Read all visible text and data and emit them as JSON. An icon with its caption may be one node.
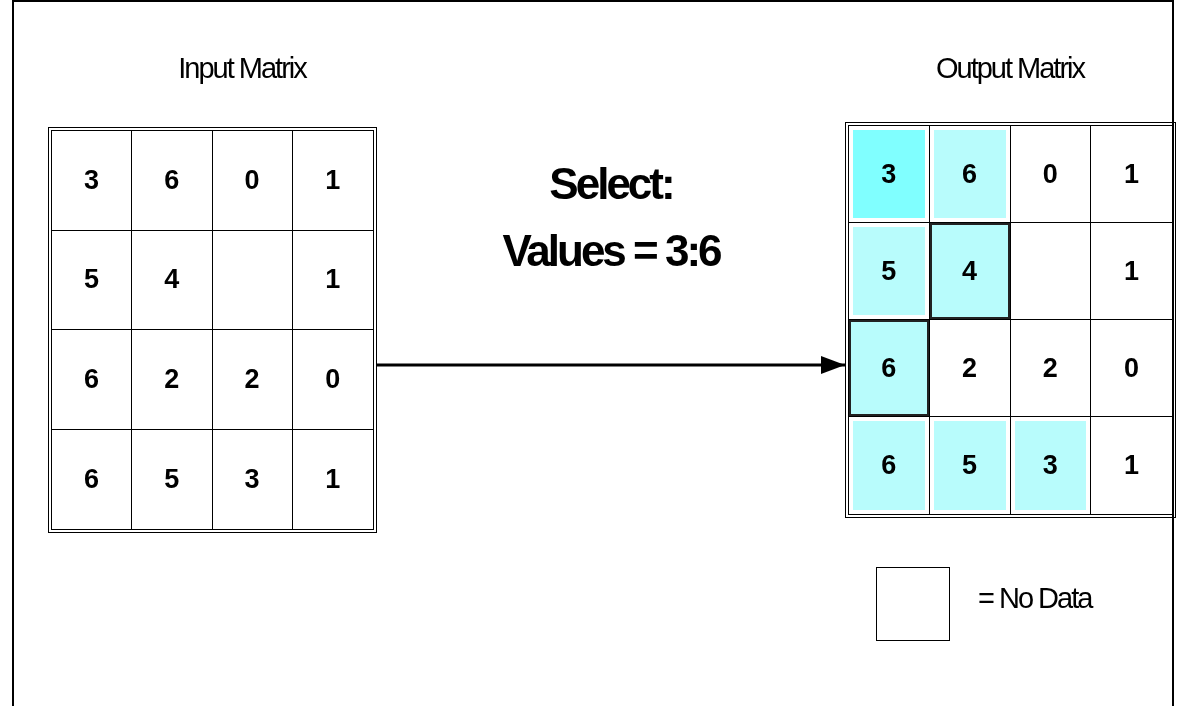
{
  "diagram": {
    "nodes": [
      {
        "text": [
          "Input Matrix"
        ]
      },
      {
        "text": [
          "3"
        ],
        "in": 0
      },
      {
        "text": [
          "6"
        ],
        "in": 0
      },
      {
        "text": [
          "0"
        ],
        "in": 0
      },
      {
        "text": [
          "1"
        ],
        "in": 0
      },
      {
        "text": [
          "5"
        ],
        "in": 0
      },
      {
        "text": [
          "4"
        ],
        "in": 0
      },
      {
        "text": [],
        "shape": "box",
        "in": 0
      },
      {
        "text": [
          "1"
        ],
        "in": 0
      },
      {
        "text": [
          "6"
        ],
        "in": 0
      },
      {
        "text": [
          "2"
        ],
        "in": 0
      },
      {
        "text": [
          "2"
        ],
        "in": 0
      },
      {
        "text": [
          "0"
        ],
        "in": 0
      },
      {
        "text": [
          "6"
        ],
        "in": 0
      },
      {
        "text": [
          "5"
        ],
        "in": 0
      },
      {
        "text": [
          "3"
        ],
        "in": 0
      },
      {
        "text": [
          "1"
        ],
        "in": 0
      },
      {
        "text": [
          "Output Matrix"
        ]
      },
      {
        "text": [
          "3"
        ],
        "in": 17
      },
      {
        "text": [
          "6"
        ],
        "in": 17
      },
      {
        "text": [
          "0"
        ],
        "in": 17
      },
      {
        "text": [
          "1"
        ],
        "in": 17
      },
      {
        "text": [
          "5"
        ],
        "in": 17
      },
      {
        "text": [
          "4"
        ],
        "in": 17
      },
      {
        "text": [],
        "shape": "box",
        "in": 17
      },
      {
        "text": [
          "1"
        ],
        "in": 17
      },
      {
        "text": [
          "6"
        ],
        "in": 17
      },
      {
        "text": [
          "2"
        ],
        "in": 17
      },
      {
        "text": [
          "2"
        ],
        "in": 17
      },
      {
        "text": [
          "0"
        ],
        "in": 17
      },
      {
        "text": [
          "6"
        ],
        "in": 17
      },
      {
        "text": [
          "5"
        ],
        "in": 17
      },
      {
        "text": [
          "3"
        ],
        "in": 17
      },
      {
        "text": [
          "1"
        ],
        "in": 17
      }
    ],
    "edges": [
      {
        "from": 0,
        "to": 17,
        "arrow": "to",
        "label": "Select: Values = 3:6"
      }
    ],
    "legend": [
      {
        "text": "= No Data",
        "color": "#ffffff"
      }
    ]
  }
}
